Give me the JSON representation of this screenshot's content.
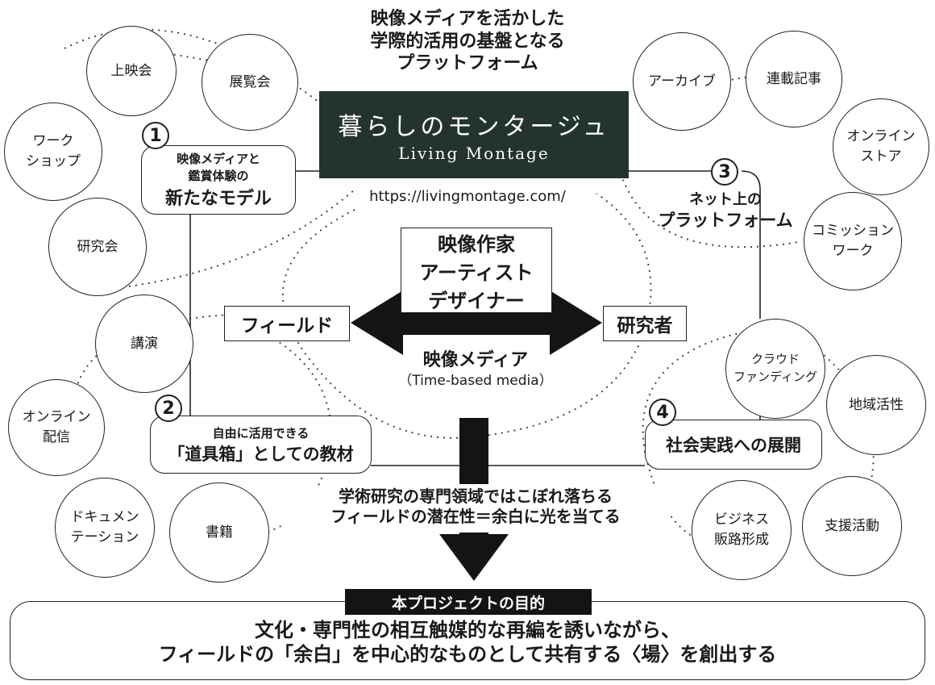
{
  "header": {
    "line1": "映像メディアを活かした",
    "line2": "学際的活用の基盤となる",
    "line3": "プラットフォーム"
  },
  "brand": {
    "title_ja": "暮らしのモンタージュ",
    "title_en": "Living Montage",
    "url": "https://livingmontage.com/",
    "bg_color": "#233330"
  },
  "center": {
    "creators": [
      "映像作家",
      "アーティスト",
      "デザイナー"
    ],
    "left": "フィールド",
    "right": "研究者",
    "media": "映像メディア",
    "media_en": "（Time-based media）"
  },
  "pillars": [
    {
      "num": "1",
      "line1": "映像メディアと",
      "line2": "鑑賞体験の",
      "line3": "新たなモデル"
    },
    {
      "num": "2",
      "line1": "自由に活用できる",
      "line2": "「道具箱」としての教材"
    },
    {
      "num": "3",
      "line1": "ネット上の",
      "line2": "プラットフォーム"
    },
    {
      "num": "4",
      "line1": "社会実践への展開"
    }
  ],
  "circles": [
    "上映会",
    "展覧会",
    "ワーク\nショップ",
    "研究会",
    "アーカイブ",
    "連載記事",
    "オンライン\nストア",
    "コミッション\nワーク",
    "講演",
    "オンライン\n配信",
    "ドキュメン\nテーション",
    "書籍",
    "クラウド\nファンディング",
    "地域活性",
    "ビジネス\n販路形成",
    "支援活動"
  ],
  "gap_text": {
    "line1": "学術研究の専門領域ではこぼれ落ちる",
    "line2": "フィールドの潜在性＝余白に光を当てる"
  },
  "purpose": {
    "label": "本プロジェクトの目的",
    "line1": "文化・専門性の相互触媒的な再編を誘いながら、",
    "line2": "フィールドの「余白」を中心的なものとして共有する〈場〉を創出する"
  }
}
